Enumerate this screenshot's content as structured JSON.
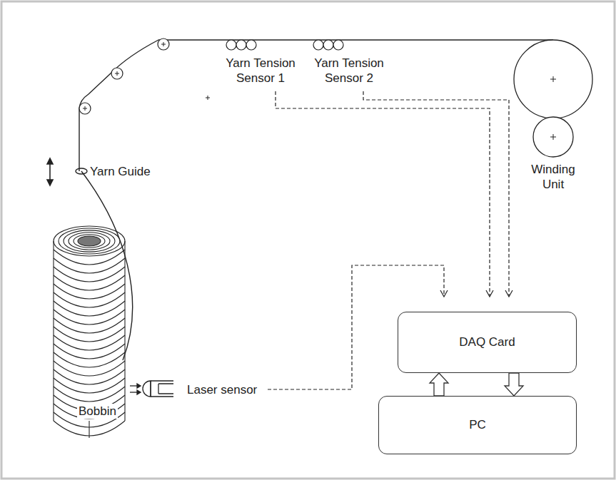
{
  "diagram": {
    "nodes": [
      {
        "text": [
          "DAQ Card"
        ]
      },
      {
        "text": [
          "PC"
        ]
      }
    ],
    "edges": [
      {
        "from": 1,
        "to": 0,
        "arrow": "to"
      },
      {
        "from": 0,
        "to": 1,
        "arrow": "to"
      }
    ],
    "labels": [
      "Yarn Tension Sensor 1",
      "Yarn Tension Sensor 2",
      "Winding Unit",
      "Yarn Guide",
      "Laser sensor",
      "Bobbin"
    ]
  }
}
